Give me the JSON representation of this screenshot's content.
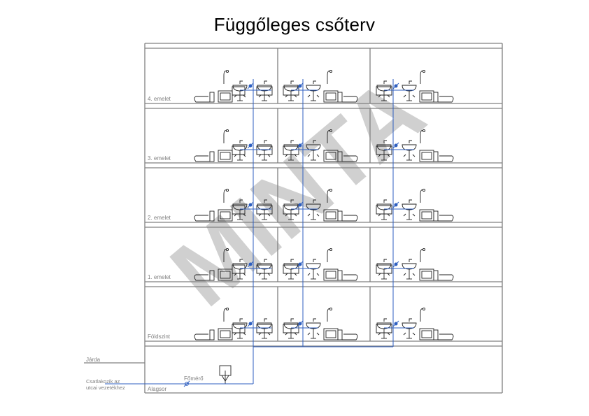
{
  "title": "Függőleges csőterv",
  "watermark": "MINTA",
  "floors": [
    {
      "label": "4. emelet"
    },
    {
      "label": "3. emelet"
    },
    {
      "label": "2. emelet"
    },
    {
      "label": "1. emelet"
    },
    {
      "label": "Földszint"
    }
  ],
  "basement_label": "Alagsor",
  "sidewalk_label": "Járda",
  "connection_label_line1": "Csatlakozik az",
  "connection_label_line2": "utcai vezetékhez",
  "meter_label": "Főmérő",
  "colors": {
    "pipe": "#2f5fc0",
    "frame": "#808080",
    "fixture": "#222222",
    "watermark": "#d0d0d0"
  }
}
